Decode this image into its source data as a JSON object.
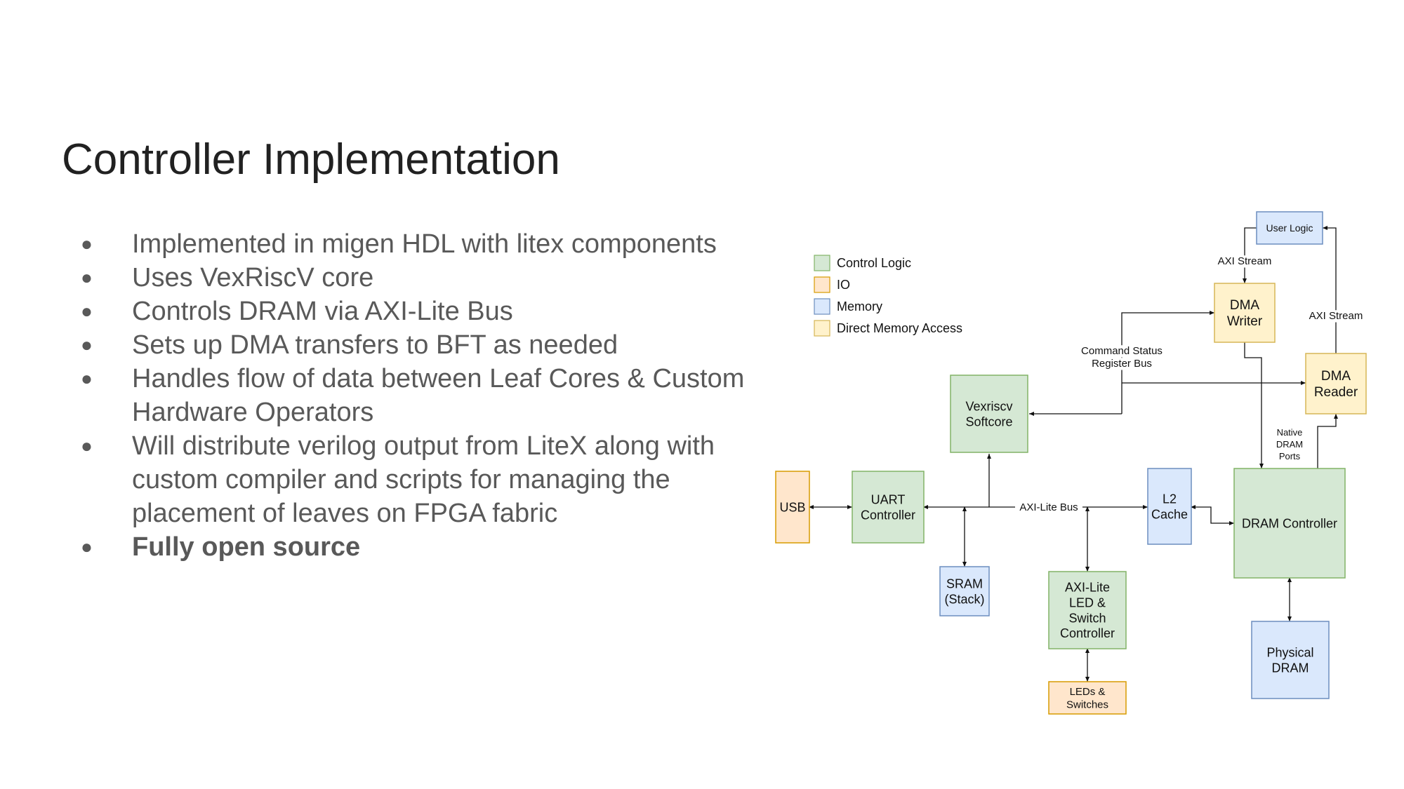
{
  "slide": {
    "title": "Controller Implementation",
    "bullets": [
      {
        "text": "Implemented in migen HDL with litex components",
        "bold": false
      },
      {
        "text": "Uses VexRiscV core",
        "bold": false
      },
      {
        "text": "Controls DRAM via AXI-Lite Bus",
        "bold": false
      },
      {
        "text": "Sets up DMA transfers to BFT as needed",
        "bold": false
      },
      {
        "text": "Handles flow of data between Leaf Cores & Custom Hardware Operators",
        "bold": false
      },
      {
        "text": "Will distribute verilog output from LiteX along with custom compiler and scripts for managing the placement of leaves on FPGA fabric",
        "bold": false
      },
      {
        "text": "Fully open source",
        "bold": true
      }
    ]
  },
  "diagram": {
    "legend": [
      {
        "label": "Control Logic",
        "color": "#d5e8d4",
        "stroke": "#82b366"
      },
      {
        "label": "IO",
        "color": "#ffe6cc",
        "stroke": "#d79b00"
      },
      {
        "label": "Memory",
        "color": "#dae8fc",
        "stroke": "#6c8ebf"
      },
      {
        "label": "Direct Memory Access",
        "color": "#fff2cc",
        "stroke": "#d6b656"
      }
    ],
    "colors": {
      "control": {
        "fill": "#d5e8d4",
        "stroke": "#82b366"
      },
      "io": {
        "fill": "#ffe6cc",
        "stroke": "#d79b00"
      },
      "memory": {
        "fill": "#dae8fc",
        "stroke": "#6c8ebf"
      },
      "dma": {
        "fill": "#fff2cc",
        "stroke": "#d6b656"
      }
    },
    "nodes": [
      {
        "id": "user-logic",
        "kind": "memory",
        "lines": [
          "User Logic"
        ]
      },
      {
        "id": "dma-writer",
        "kind": "dma",
        "lines": [
          "DMA",
          "Writer"
        ]
      },
      {
        "id": "dma-reader",
        "kind": "dma",
        "lines": [
          "DMA",
          "Reader"
        ]
      },
      {
        "id": "vexriscv",
        "kind": "control",
        "lines": [
          "Vexriscv",
          "Softcore"
        ]
      },
      {
        "id": "usb",
        "kind": "io",
        "lines": [
          "USB"
        ]
      },
      {
        "id": "uart",
        "kind": "control",
        "lines": [
          "UART",
          "Controller"
        ]
      },
      {
        "id": "l2-cache",
        "kind": "memory",
        "lines": [
          "L2",
          "Cache"
        ]
      },
      {
        "id": "dram-controller",
        "kind": "control",
        "lines": [
          "DRAM Controller"
        ]
      },
      {
        "id": "sram",
        "kind": "memory",
        "lines": [
          "SRAM",
          "(Stack)"
        ]
      },
      {
        "id": "axi-led",
        "kind": "control",
        "lines": [
          "AXI-Lite",
          "LED &",
          "Switch",
          "Controller"
        ]
      },
      {
        "id": "leds-switches",
        "kind": "io",
        "lines": [
          "LEDs &",
          "Switches"
        ]
      },
      {
        "id": "physical-dram",
        "kind": "memory",
        "lines": [
          "Physical",
          "DRAM"
        ]
      }
    ],
    "edge_labels": {
      "axi_stream_1": "AXI Stream",
      "axi_stream_2": "AXI Stream",
      "csr_bus": [
        "Command Status",
        "Register Bus"
      ],
      "native_dram": [
        "Native",
        "DRAM",
        "Ports"
      ],
      "axi_lite_bus": "AXI-Lite Bus"
    }
  }
}
